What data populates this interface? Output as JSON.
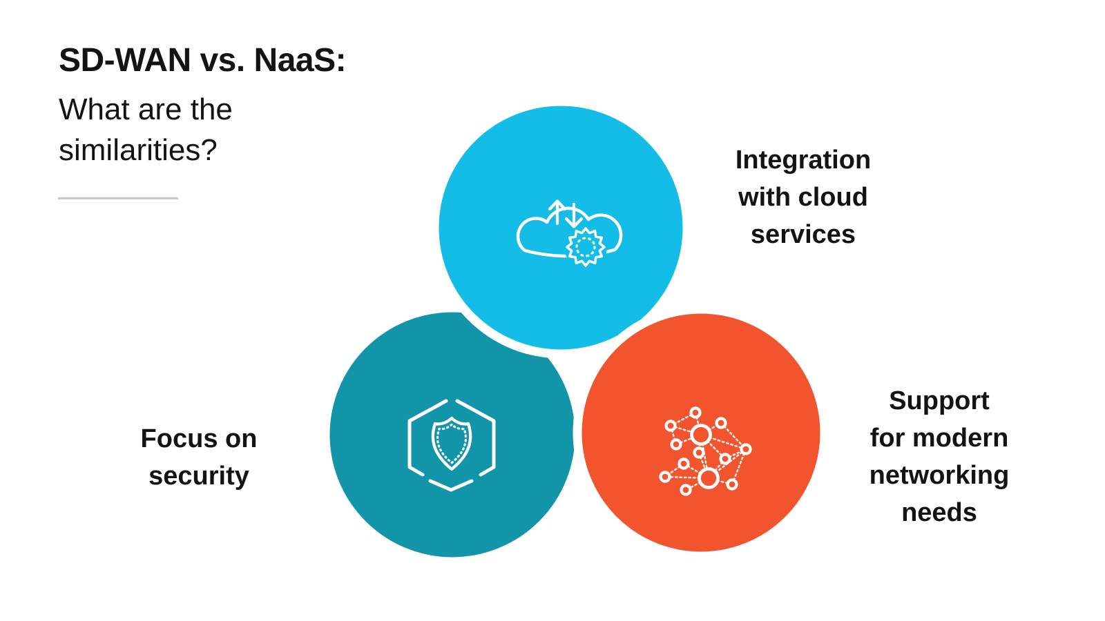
{
  "header": {
    "title": "SD-WAN vs. NaaS:",
    "subtitle": "What are the\nsimilarities?"
  },
  "venn": {
    "circles": [
      {
        "id": "cloud",
        "label": "Integration\nwith cloud\nservices",
        "color": "#13BDE7",
        "icon": "cloud-sync-gear-icon"
      },
      {
        "id": "security",
        "label": "Focus on\nsecurity",
        "color": "#1295A8",
        "icon": "shield-hexagon-icon"
      },
      {
        "id": "network",
        "label": "Support\nfor modern\nnetworking\nneeds",
        "color": "#F2552D",
        "icon": "network-nodes-icon"
      }
    ],
    "icon_stroke_color": "#FFFFFF",
    "separator_color": "#FFFFFF"
  },
  "styles": {
    "text_color": "#131313",
    "divider_color": "#C9C9C9",
    "background": "#FFFFFF"
  }
}
